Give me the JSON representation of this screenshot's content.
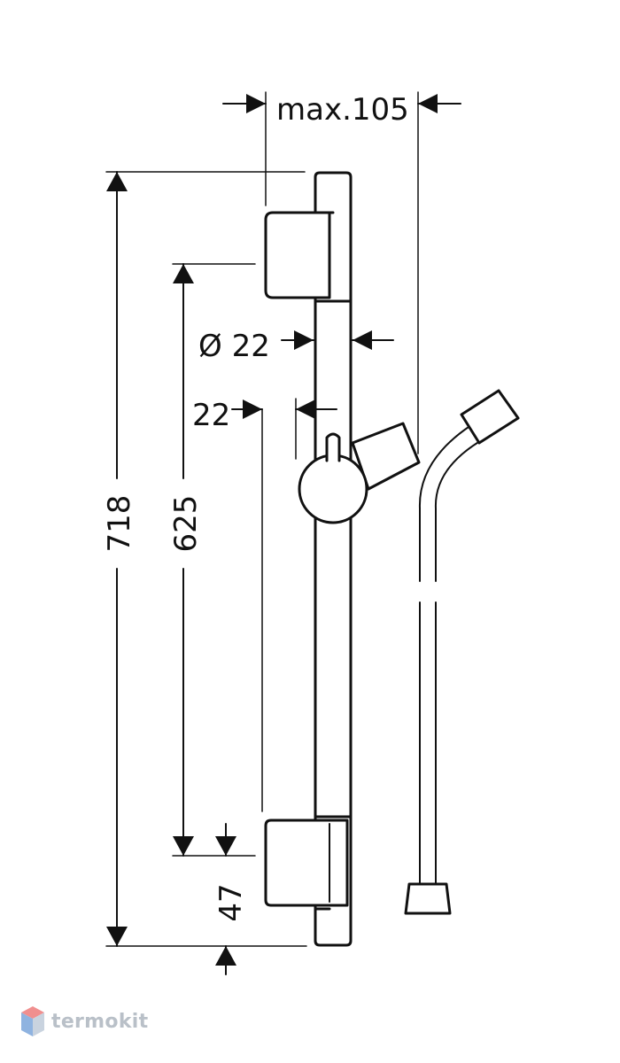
{
  "dimensions": {
    "max_width": "max.105",
    "diameter": "Ø 22",
    "offset": "22",
    "height_total": "718",
    "height_inner": "625",
    "bottom_offset": "47"
  },
  "watermark": {
    "text": "termokit",
    "colors": {
      "top": "#f08f8f",
      "left": "#8fb3e0",
      "right": "#c9d3df",
      "text": "#b9c0c8"
    }
  },
  "colors": {
    "line": "#111111",
    "background": "#ffffff"
  },
  "icons": {
    "watermark_logo": "cube-logo-icon"
  }
}
